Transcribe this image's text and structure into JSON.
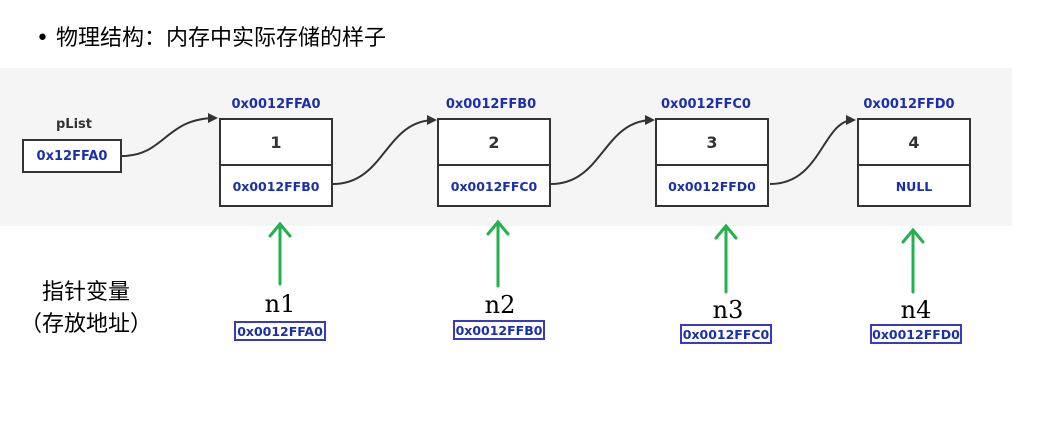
{
  "heading": "• 物理结构：内存中实际存储的样子",
  "plist": {
    "label": "pList",
    "value": "0x12FFA0"
  },
  "nodes": [
    {
      "address": "0x0012FFA0",
      "data": "1",
      "next": "0x0012FFB0"
    },
    {
      "address": "0x0012FFB0",
      "data": "2",
      "next": "0x0012FFC0"
    },
    {
      "address": "0x0012FFC0",
      "data": "3",
      "next": "0x0012FFD0"
    },
    {
      "address": "0x0012FFD0",
      "data": "4",
      "next": "NULL"
    }
  ],
  "pointer_vars_label": {
    "line1": "指针变量",
    "line2": "（存放地址）"
  },
  "pointer_vars": [
    {
      "name": "n1",
      "address": "0x0012FFA0"
    },
    {
      "name": "n2",
      "address": "0x0012FFB0"
    },
    {
      "name": "n3",
      "address": "0x0012FFC0"
    },
    {
      "name": "n4",
      "address": "0x0012FFD0"
    }
  ],
  "colors": {
    "address_text": "#1a2fb0",
    "box_border": "#333333",
    "var_box_border": "#3a3ac0",
    "up_arrow": "#22b14c",
    "band": "#f5f5f5"
  }
}
